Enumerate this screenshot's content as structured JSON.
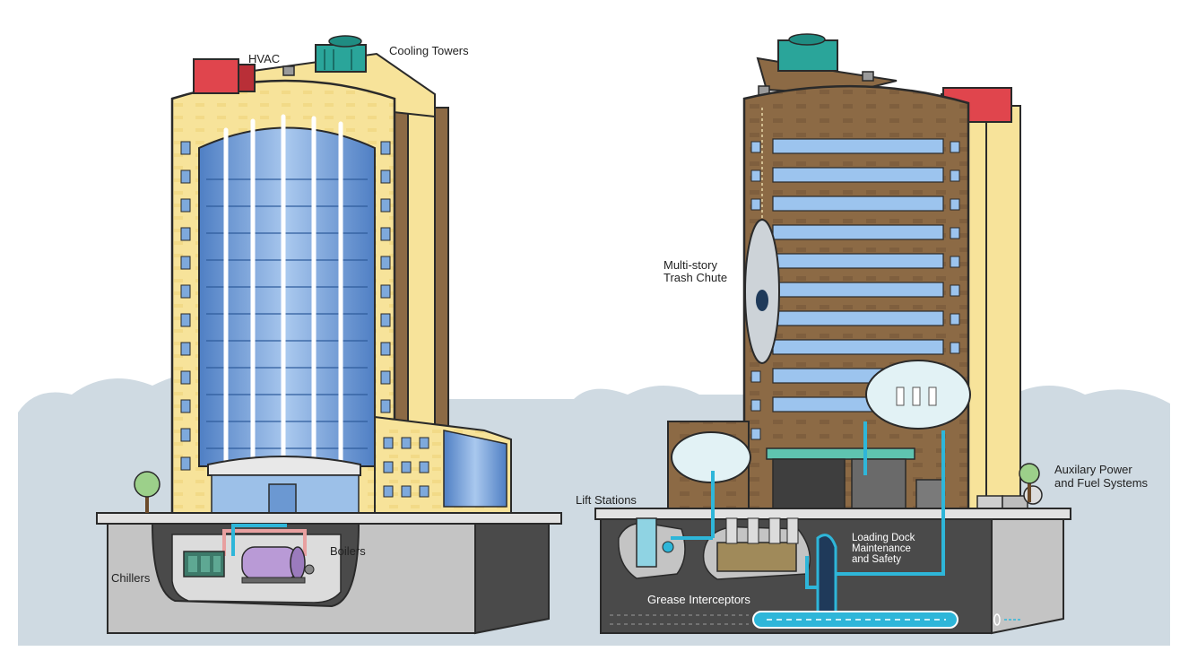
{
  "labels": {
    "hvac": "HVAC",
    "cooling_towers": "Cooling Towers",
    "boilers": "Boilers",
    "chillers": "Chillers",
    "trash_chute_line1": "Multi-story",
    "trash_chute_line2": "Trash Chute",
    "lift_stations": "Lift Stations",
    "grease_interceptors": "Grease Interceptors",
    "loading_dock_line1": "Loading Dock",
    "loading_dock_line2": "Maintenance",
    "loading_dock_line3": "and Safety",
    "auxiliary_line1": "Auxilary Power",
    "auxiliary_line2": "and Fuel Systems"
  },
  "colors": {
    "sky_cloud": "#cfdae2",
    "ground_top": "#e2e2e2",
    "soil_light": "#c4c4c4",
    "soil_dark": "#4a4a4a",
    "facade_yellow": "#f7e39a",
    "facade_brown": "#8c6a45",
    "glass_blue": "#7ea9dc",
    "hvac_red": "#e0454d",
    "tower_teal": "#2aa59a",
    "pipe_cyan": "#2eb6d9",
    "pipe_pink": "#e8a0a0",
    "outline": "#2a2a2a"
  },
  "icons": [
    "tree-icon",
    "hvac-unit-icon",
    "cooling-tower-icon",
    "boiler-icon",
    "chiller-icon",
    "trash-chute-icon",
    "lift-station-icon",
    "grease-interceptor-icon",
    "generator-icon",
    "fuel-tank-icon"
  ]
}
